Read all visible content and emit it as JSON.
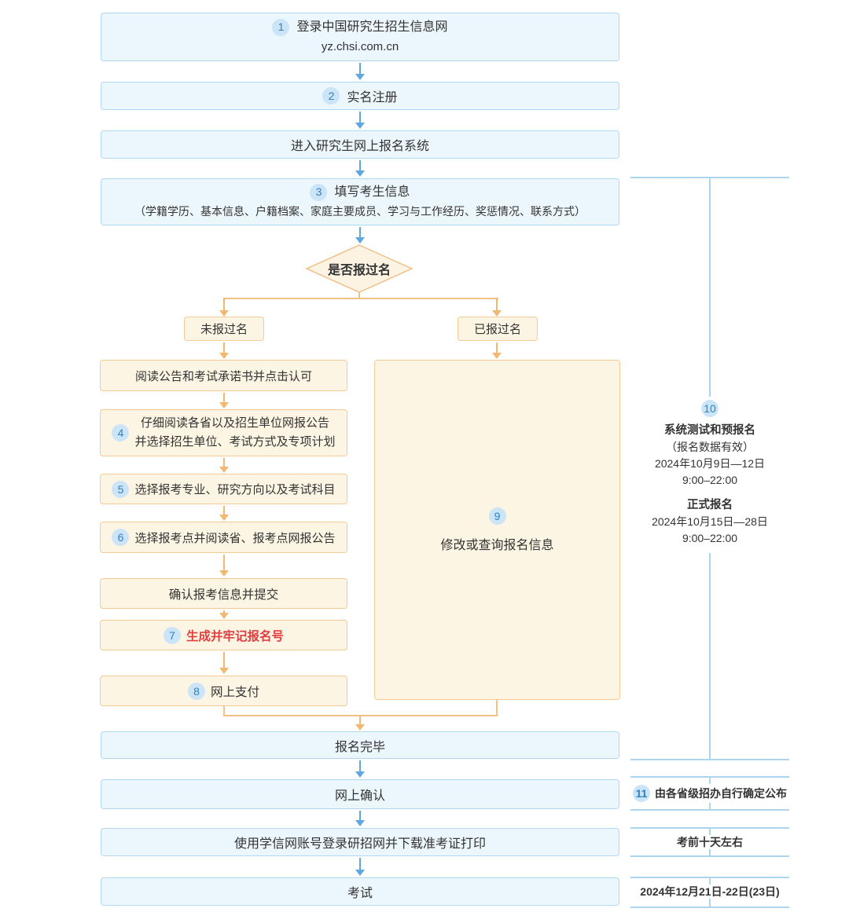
{
  "colors": {
    "blue_fill": "#ecf6fd",
    "blue_border": "#b3d8f2",
    "blue_arrow": "#5ea7e0",
    "orange_fill": "#fdf5e4",
    "orange_border": "#f3cc95",
    "orange_arrow": "#f2b870",
    "badge_fill": "#cbe4f8",
    "badge_text": "#2e82c4",
    "highlight_text": "#e03e3e",
    "timeline_line": "#aed5ee",
    "text": "#333333"
  },
  "flow": {
    "step1": {
      "num": "1",
      "line1": "登录中国研究生招生信息网",
      "line2": "yz.chsi.com.cn"
    },
    "step2": {
      "num": "2",
      "label": "实名注册"
    },
    "enter_system": {
      "label": "进入研究生网上报名系统"
    },
    "step3": {
      "num": "3",
      "line1": "填写考生信息",
      "line2": "（学籍学历、基本信息、户籍档案、家庭主要成员、学习与工作经历、奖惩情况、联系方式）"
    },
    "decision": {
      "label": "是否报过名"
    },
    "branch_no": {
      "label": "未报过名"
    },
    "branch_yes": {
      "label": "已报过名"
    },
    "read_notice": {
      "label": "阅读公告和考试承诺书并点击认可"
    },
    "step4": {
      "num": "4",
      "line1": "仔细阅读各省以及招生单位网报公告",
      "line2": "并选择招生单位、考试方式及专项计划"
    },
    "step5": {
      "num": "5",
      "label": "选择报考专业、研究方向以及考试科目"
    },
    "step6": {
      "num": "6",
      "label": "选择报考点并阅读省、报考点网报公告"
    },
    "confirm_submit": {
      "label": "确认报考信息并提交"
    },
    "step7": {
      "num": "7",
      "label": "生成并牢记报名号"
    },
    "step8": {
      "num": "8",
      "label": "网上支付"
    },
    "step9": {
      "num": "9",
      "label": "修改或查询报名信息"
    },
    "finish": {
      "label": "报名完毕"
    },
    "online_confirm": {
      "label": "网上确认"
    },
    "download_print": {
      "label": "使用学信网账号登录研招网并下载准考证打印"
    },
    "exam": {
      "label": "考试"
    }
  },
  "timeline": {
    "step10": {
      "num": "10",
      "title1": "系统测试和预报名",
      "sub1": "（报名数据有效）",
      "date1": "2024年10月9日—12日",
      "time1": "9:00–22:00",
      "title2": "正式报名",
      "date2": "2024年10月15日—28日",
      "time2": "9:00–22:00"
    },
    "step11": {
      "num": "11",
      "label": "由各省级招办自行确定公布"
    },
    "before_exam": {
      "label": "考前十天左右"
    },
    "exam_date": {
      "label": "2024年12月21日-22日(23日)"
    }
  }
}
